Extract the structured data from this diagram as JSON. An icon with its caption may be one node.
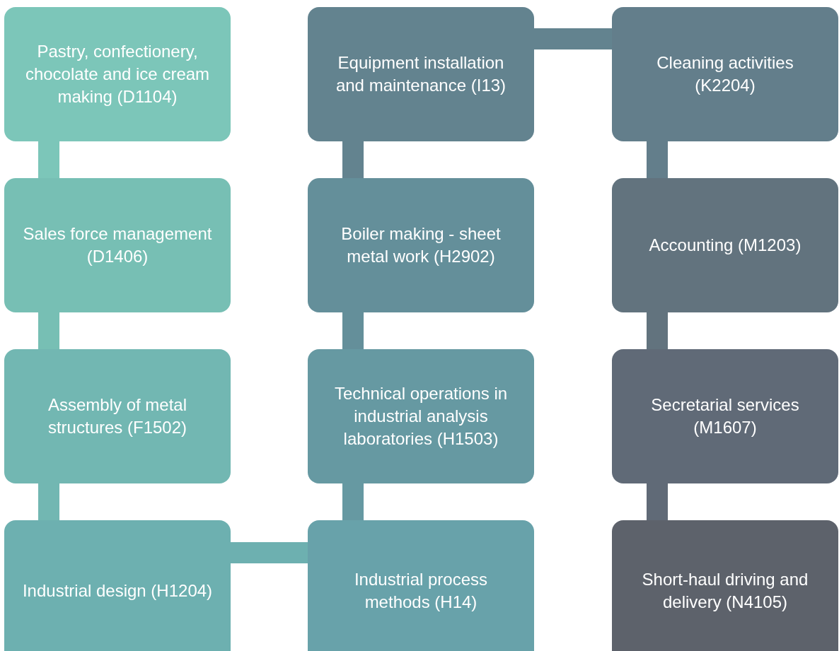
{
  "diagram": {
    "nodes": [
      {
        "text": [
          "Pastry, confectionery, chocolate and ice cream making (D1104)"
        ]
      },
      {
        "text": [
          "Sales force management (D1406)"
        ]
      },
      {
        "text": [
          "Assembly of metal structures (F1502)"
        ]
      },
      {
        "text": [
          "Industrial design (H1204)"
        ]
      },
      {
        "text": [
          "Equipment installation and maintenance (I13)"
        ]
      },
      {
        "text": [
          "Boiler making - sheet metal work (H2902)"
        ]
      },
      {
        "text": [
          "Technical operations in industrial analysis laboratories (H1503)"
        ]
      },
      {
        "text": [
          "Industrial process methods (H14)"
        ]
      },
      {
        "text": [
          "Cleaning activities (K2204)"
        ]
      },
      {
        "text": [
          "Accounting (M1203)"
        ]
      },
      {
        "text": [
          "Secretarial services (M1607)"
        ]
      },
      {
        "text": [
          "Short-haul driving and delivery (N4105)"
        ]
      }
    ],
    "edges": [
      {
        "from": 0,
        "to": 1,
        "arrow": "none"
      },
      {
        "from": 1,
        "to": 2,
        "arrow": "none"
      },
      {
        "from": 2,
        "to": 3,
        "arrow": "none"
      },
      {
        "from": 3,
        "to": 7,
        "arrow": "none"
      },
      {
        "from": 7,
        "to": 6,
        "arrow": "none"
      },
      {
        "from": 6,
        "to": 5,
        "arrow": "none"
      },
      {
        "from": 5,
        "to": 4,
        "arrow": "none"
      },
      {
        "from": 4,
        "to": 8,
        "arrow": "none"
      },
      {
        "from": 8,
        "to": 9,
        "arrow": "none"
      },
      {
        "from": 9,
        "to": 10,
        "arrow": "none"
      },
      {
        "from": 10,
        "to": 11,
        "arrow": "none"
      }
    ]
  }
}
